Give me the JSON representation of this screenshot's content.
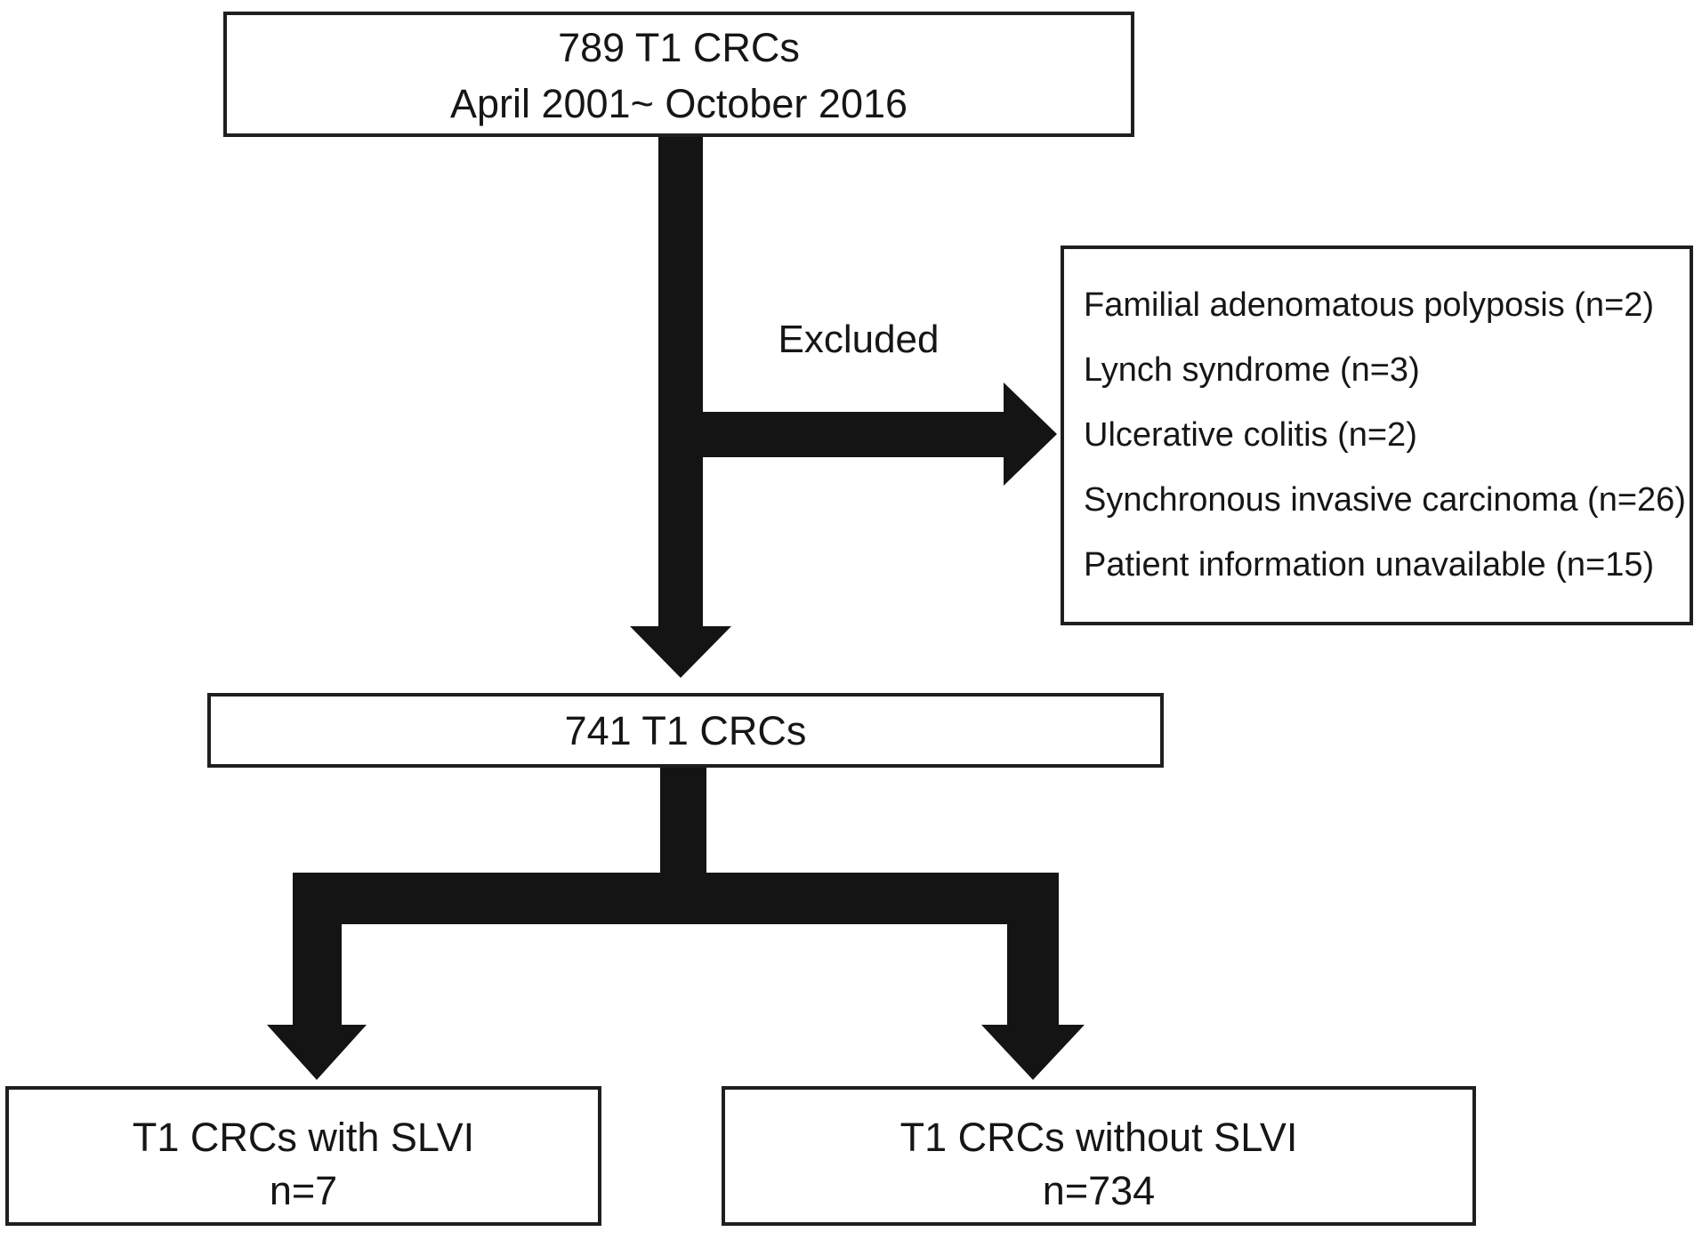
{
  "figure": {
    "title_hint": "Patient selection flow diagram",
    "background_color": "#ffffff",
    "ink_color": "#141414",
    "border_color": "#1f1f1f",
    "initial_box": {
      "line1": "789 T1 CRCs",
      "line2": "April 2001~ October 2016"
    },
    "excluded_label": "Excluded",
    "exclusions": [
      "Familial adenomatous polyposis (n=2)",
      "Lynch syndrome (n=3)",
      "Ulcerative colitis (n=2)",
      "Synchronous invasive carcinoma (n=26)",
      "Patient information unavailable (n=15)"
    ],
    "after_exclusion_box": {
      "line1": "741 T1 CRCs"
    },
    "with_slvi_box": {
      "line1": "T1 CRCs with SLVI",
      "line2": "n=7"
    },
    "without_slvi_box": {
      "line1": "T1 CRCs without SLVI",
      "line2": "n=734"
    }
  }
}
